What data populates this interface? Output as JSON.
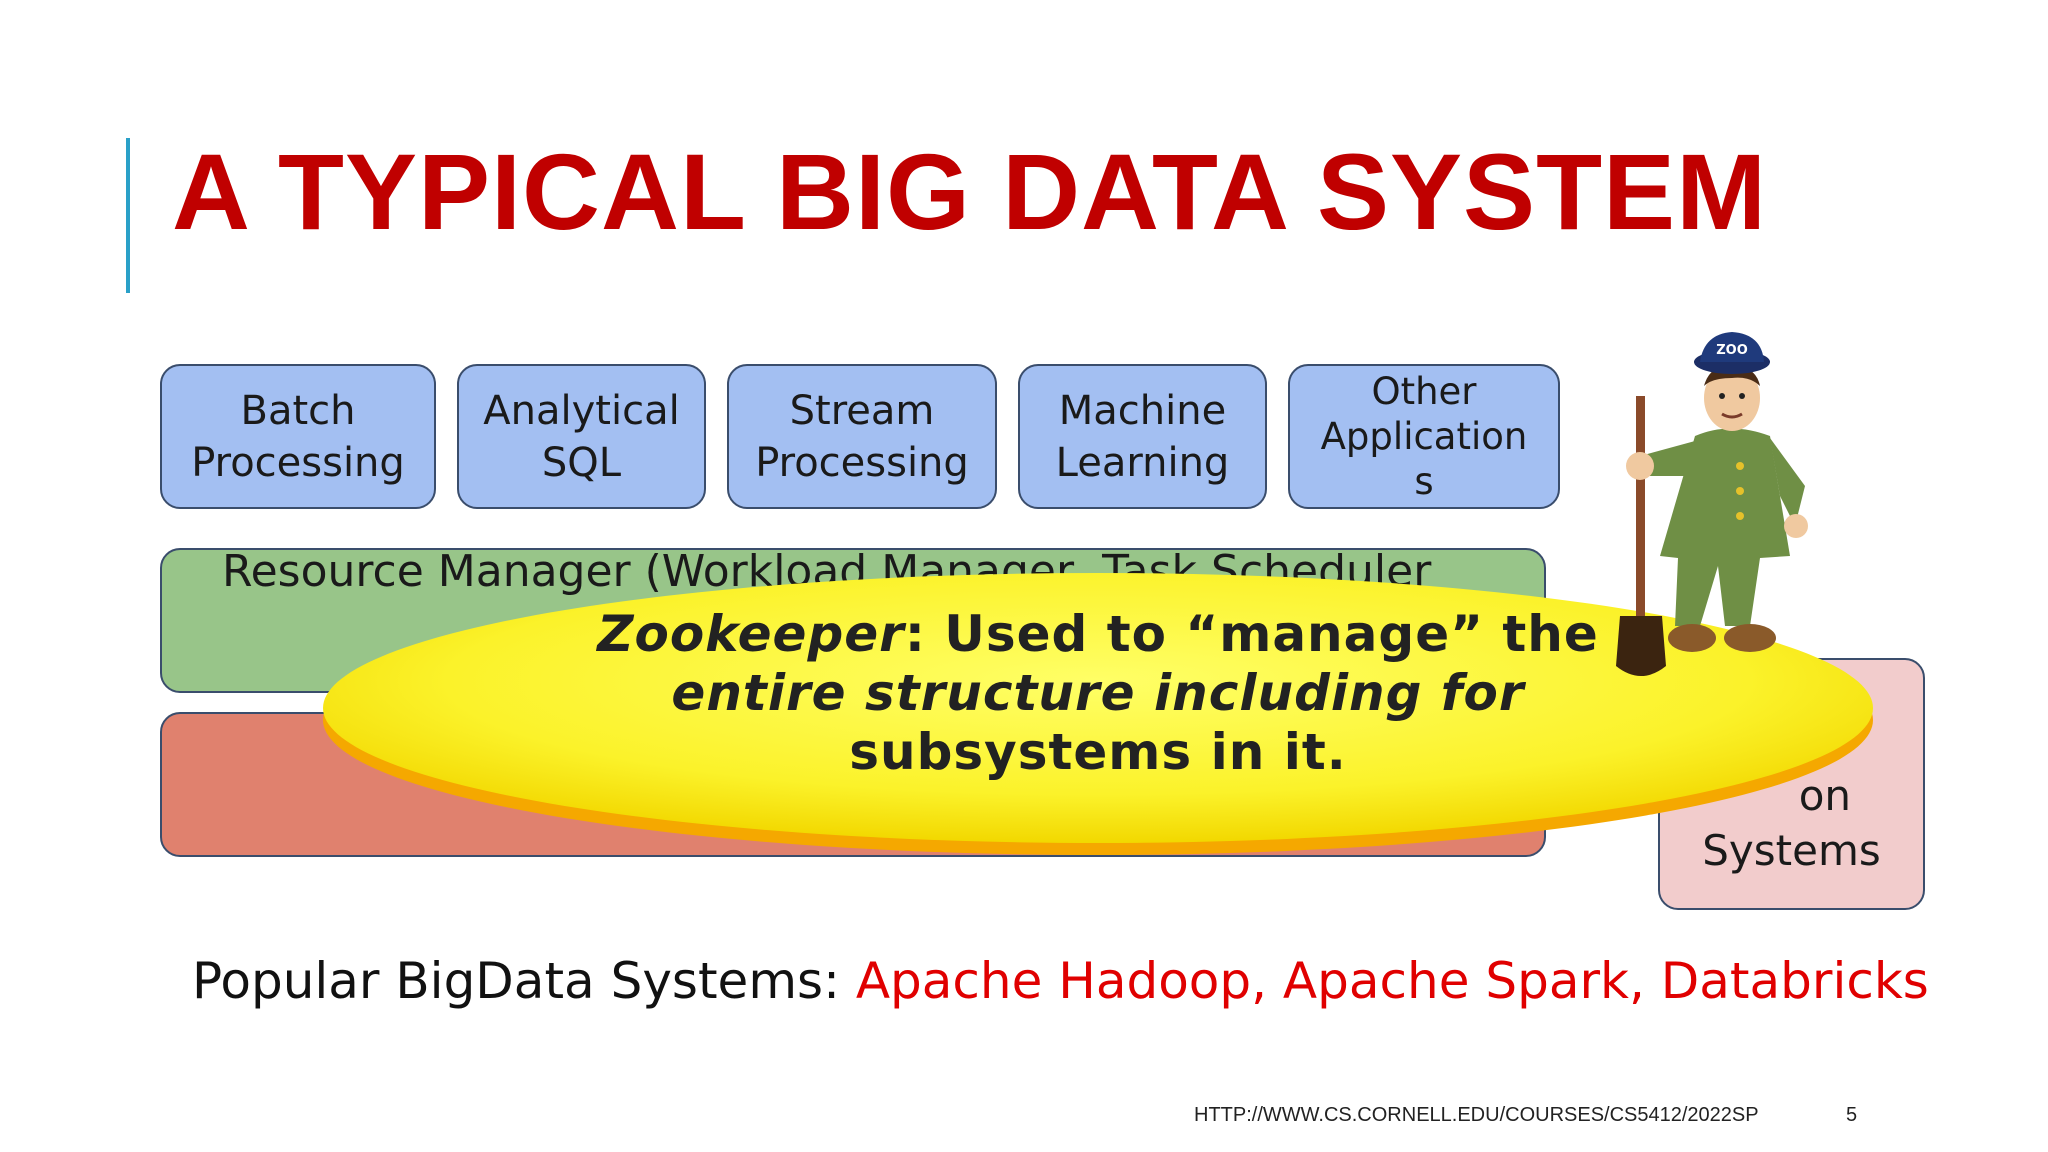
{
  "slide": {
    "title": "A TYPICAL BIG DATA SYSTEM",
    "accent_color": "#2aa0c8",
    "title_color": "#c00000"
  },
  "applications": [
    {
      "line1": "Batch",
      "line2": "Processing"
    },
    {
      "line1": "Analytical",
      "line2": "SQL"
    },
    {
      "line1": "Stream",
      "line2": "Processing"
    },
    {
      "line1": "Machine",
      "line2": "Learning"
    },
    {
      "line1": "Other",
      "line2": "Application",
      "line3": "s"
    }
  ],
  "resource_manager": {
    "label": "Resource Manager (Workload Manager, Task Scheduler"
  },
  "side_box": {
    "line1": "     on",
    "line2": "Systems"
  },
  "callout": {
    "line1_italic": "Zookeeper",
    "line1_rest": ": Used to “manage” the",
    "line2": "entire structure including for",
    "line3": "subsystems in it."
  },
  "zookeeper_figure": {
    "hat_text": "ZOO",
    "icon": "zookeeper-icon"
  },
  "footer": {
    "prefix": "Popular BigData Systems: ",
    "systems": "Apache Hadoop, Apache Spark, Databricks",
    "highlight_color": "#e00000"
  },
  "source": {
    "url": "HTTP://WWW.CS.CORNELL.EDU/COURSES/CS5412/2022SP",
    "page": "5"
  }
}
